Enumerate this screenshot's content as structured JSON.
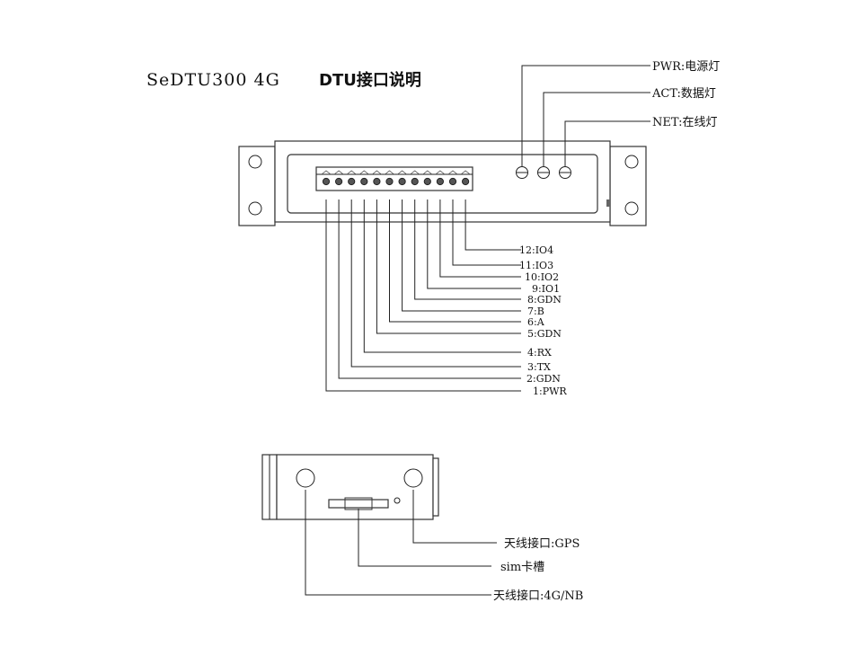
{
  "title": {
    "model": "SeDTU300 4G",
    "subtitle": "DTU接口说明"
  },
  "leds": [
    {
      "label": "PWR:电源灯"
    },
    {
      "label": "ACT:数据灯"
    },
    {
      "label": "NET:在线灯"
    }
  ],
  "terminals": [
    {
      "label": "1:PWR"
    },
    {
      "label": "2:GDN"
    },
    {
      "label": "3:TX"
    },
    {
      "label": "4:RX"
    },
    {
      "label": "5:GDN"
    },
    {
      "label": "6:A"
    },
    {
      "label": "7:B"
    },
    {
      "label": "8:GDN"
    },
    {
      "label": "9:IO1"
    },
    {
      "label": "10:IO2"
    },
    {
      "label": "11:IO3"
    },
    {
      "label": "12:IO4"
    }
  ],
  "side_ports": [
    {
      "label": "天线接口:GPS"
    },
    {
      "label": "sim卡槽"
    },
    {
      "label": "天线接口:4G/NB"
    }
  ]
}
